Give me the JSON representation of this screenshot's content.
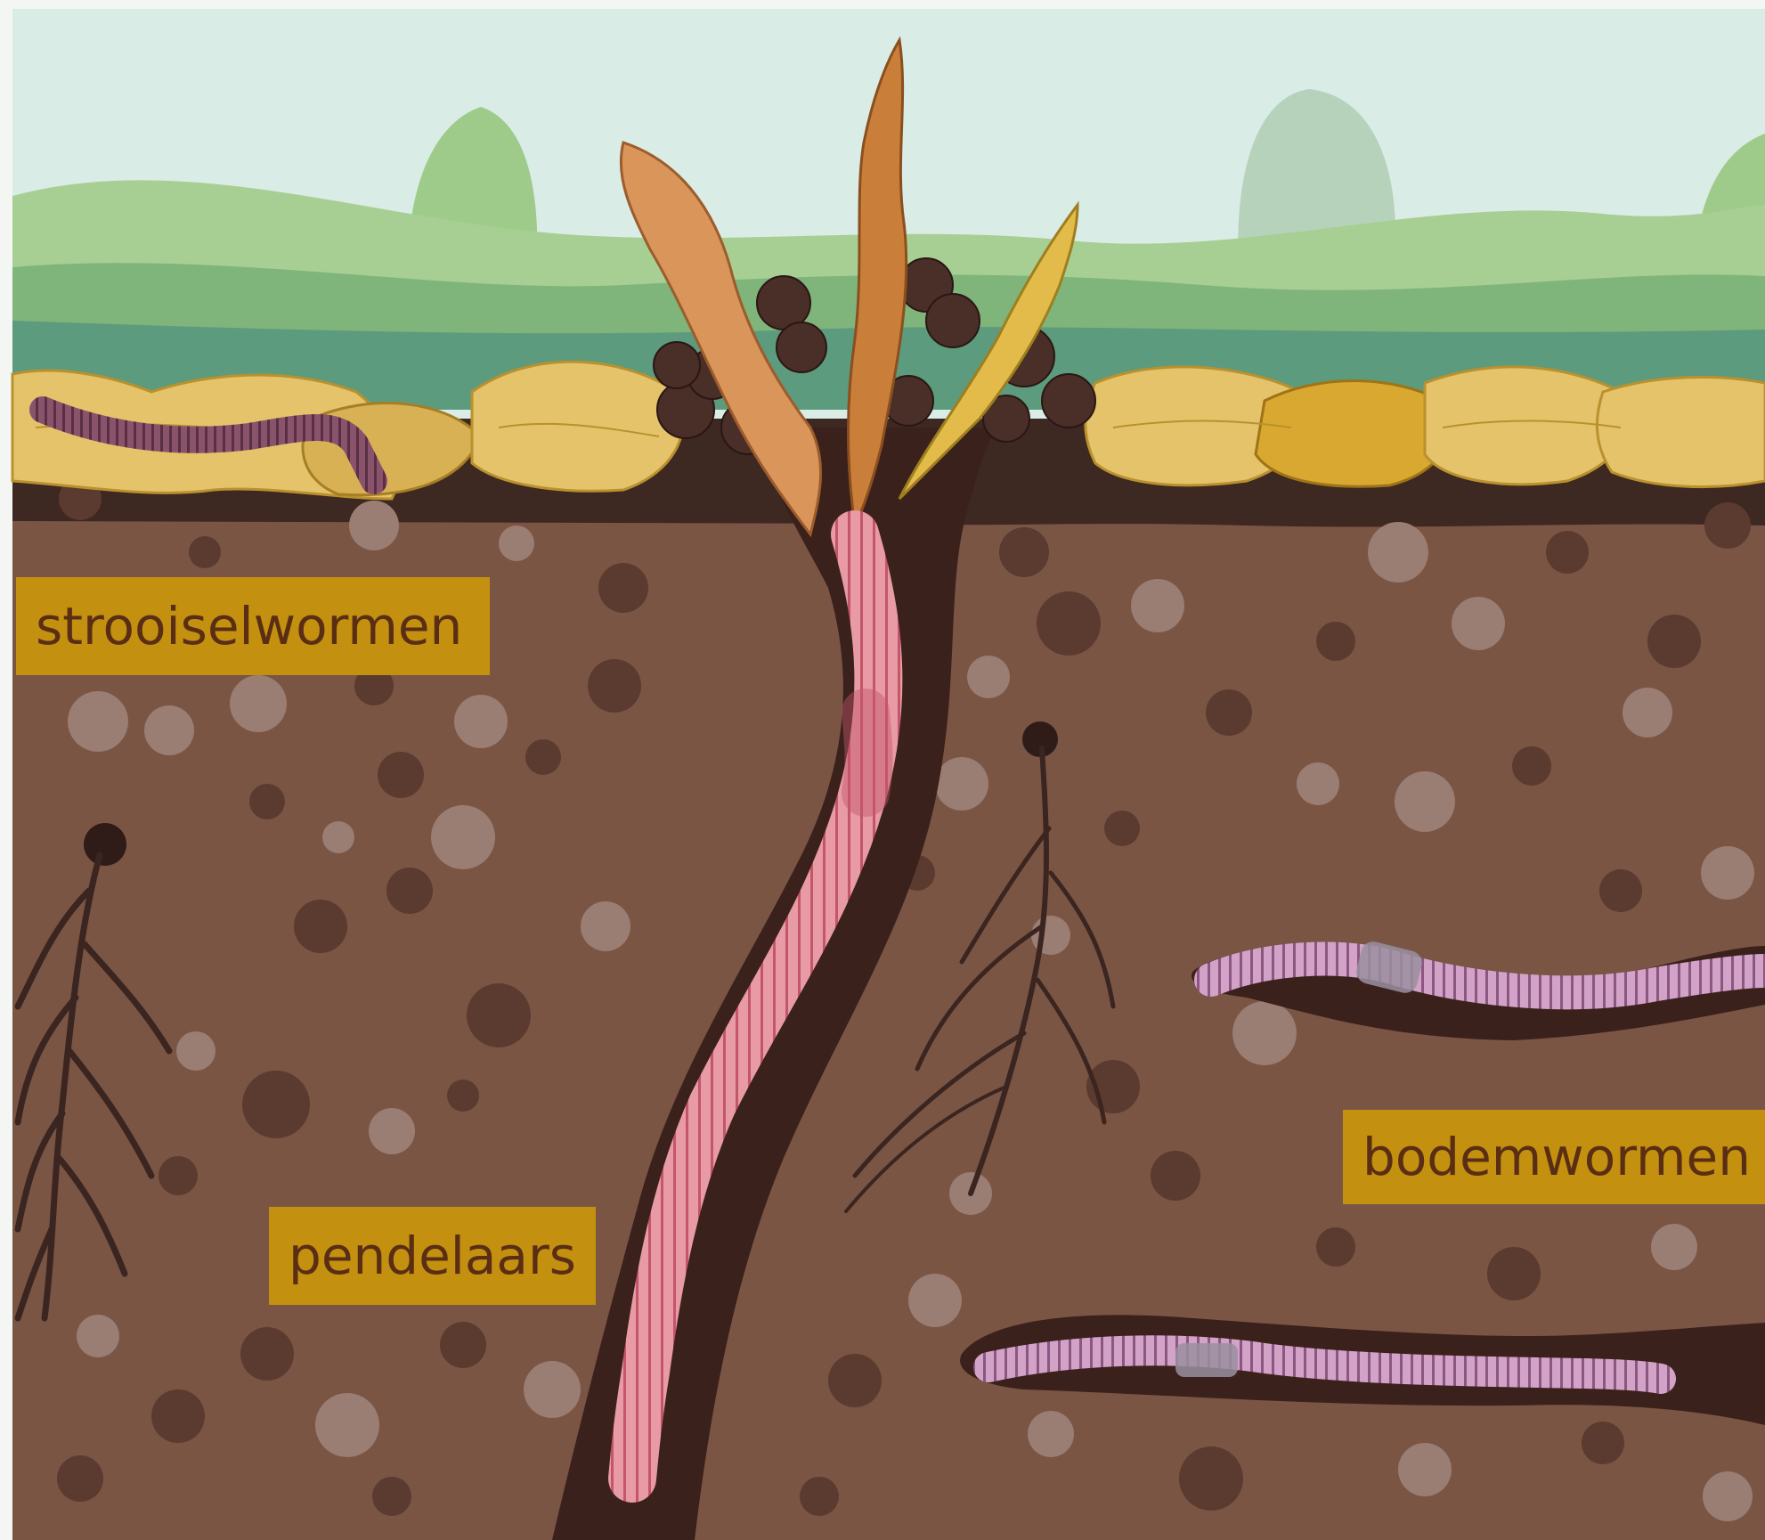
{
  "labels": {
    "strooiselwormen": "strooiselwormen",
    "pendelaars": "pendelaars",
    "bodemwormen": "bodemwormen"
  },
  "colors": {
    "sky": "#d9ece6",
    "soil": "#7a5544",
    "soil_dark": "#3a211b",
    "leaf_litter": "#e2bd62",
    "label_bg": "#c4900f",
    "label_text": "#5a2e14",
    "worm_pink": "#e2879a",
    "worm_purple": "#8a4f6a",
    "worm_lilac": "#c892b8"
  }
}
